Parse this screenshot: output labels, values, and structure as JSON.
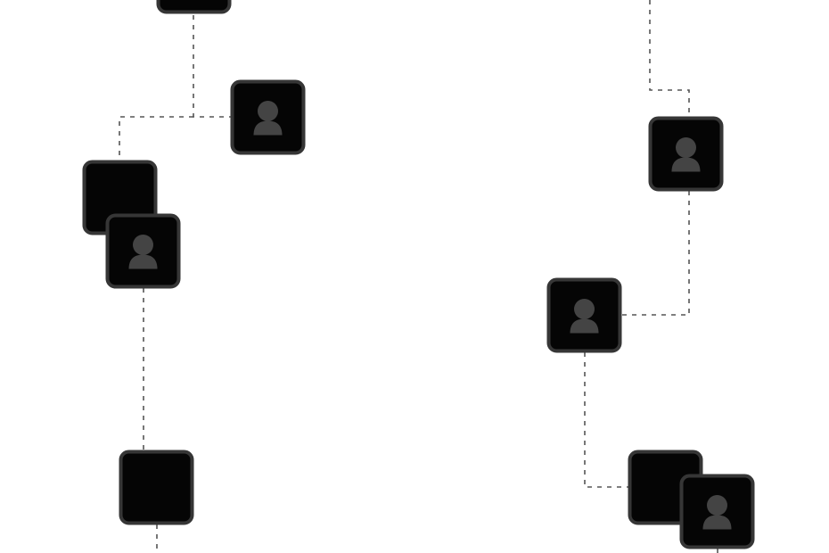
{
  "diagram": {
    "nodes": [
      {
        "id": "n1",
        "avatar": false,
        "icon": "none"
      },
      {
        "id": "n2",
        "avatar": true,
        "icon": "user-avatar-icon"
      },
      {
        "id": "n3",
        "avatar": false,
        "icon": "none"
      },
      {
        "id": "n4",
        "avatar": true,
        "icon": "user-avatar-icon"
      },
      {
        "id": "n5",
        "avatar": false,
        "icon": "none"
      },
      {
        "id": "n6",
        "avatar": true,
        "icon": "user-avatar-icon"
      },
      {
        "id": "n7",
        "avatar": true,
        "icon": "user-avatar-icon"
      },
      {
        "id": "n8",
        "avatar": false,
        "icon": "none"
      },
      {
        "id": "n9",
        "avatar": true,
        "icon": "user-avatar-icon"
      }
    ],
    "edges": [
      {
        "from": "n1",
        "to": "n2"
      },
      {
        "from": "n1",
        "to": "n3"
      },
      {
        "from": "n4",
        "to": "n5"
      },
      {
        "from": "n6",
        "to": "n7"
      },
      {
        "from": "n7",
        "to": "n8"
      }
    ],
    "colors": {
      "background": "#ffffff",
      "tile_fill": "#050505",
      "tile_border": "#363636",
      "avatar_glyph": "#444444",
      "connector": "#555555"
    }
  }
}
